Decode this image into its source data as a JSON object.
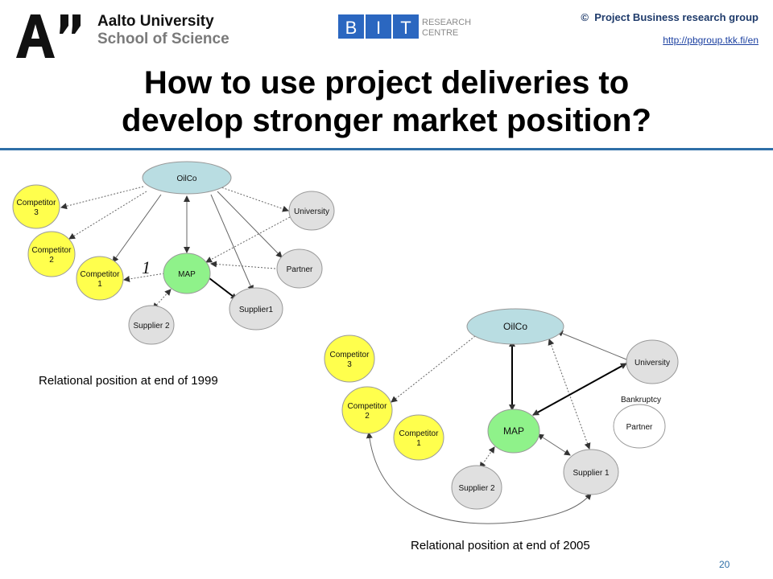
{
  "header": {
    "university_name": "Aalto University",
    "school_name": "School of Science",
    "bit_letters": [
      "B",
      "I",
      "T"
    ],
    "bit_research_line1": "RESEARCH",
    "bit_research_line2": "CENTRE",
    "copyright_symbol": "©",
    "group_name": "Project Business research group",
    "group_url": "http://pbgroup.tkk.fi/en"
  },
  "title": {
    "line1": "How to use project deliveries to",
    "line2": "develop stronger market position?"
  },
  "diagram_1999": {
    "caption": "Relational position at end of 1999",
    "nodes": {
      "oilco": "OilCo",
      "competitor3_l1": "Competitor",
      "competitor3_l2": "3",
      "competitor2_l1": "Competitor",
      "competitor2_l2": "2",
      "competitor1_l1": "Competitor",
      "competitor1_l2": "1",
      "university": "University",
      "partner": "Partner",
      "map": "MAP",
      "supplier1": "Supplier1",
      "supplier2": "Supplier 2"
    },
    "annotation_mark": "1"
  },
  "diagram_2005": {
    "caption": "Relational position at end of 2005",
    "nodes": {
      "oilco": "OilCo",
      "competitor3_l1": "Competitor",
      "competitor3_l2": "3",
      "competitor2_l1": "Competitor",
      "competitor2_l2": "2",
      "competitor1_l1": "Competitor",
      "competitor1_l2": "1",
      "university": "University",
      "partner": "Partner",
      "bankruptcy": "Bankruptcy",
      "map": "MAP",
      "supplier1": "Supplier 1",
      "supplier2": "Supplier 2"
    }
  },
  "colors": {
    "oilco_fill": "#b9dde2",
    "competitor_fill": "#ffff4d",
    "map_fill": "#8ff28a",
    "other_fill": "#e0e0e0",
    "partner_2005_fill": "#ffffff",
    "rule": "#2e6fa7",
    "bit_blue": "#2b67c0"
  },
  "footer": {
    "page_number": "20"
  }
}
